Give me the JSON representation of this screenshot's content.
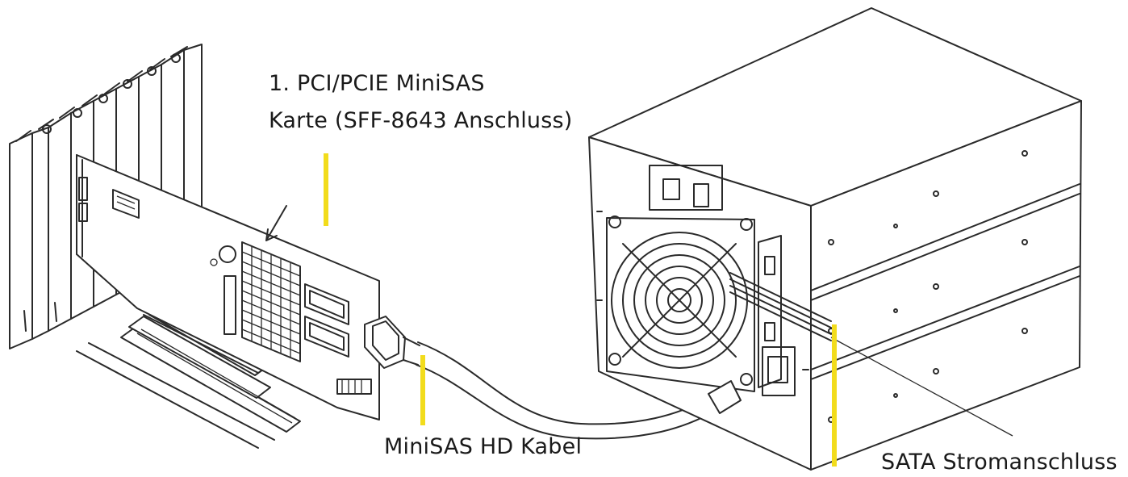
{
  "labels": {
    "card_line1": "1. PCI/PCIE MiniSAS",
    "card_line2": "Karte (SFF-8643 Anschluss)",
    "cable": "MiniSAS HD Kabel",
    "power": "SATA Stromanschluss"
  },
  "colors": {
    "marker": "#f2dc1c",
    "ink": "#2a2a2a",
    "background": "#ffffff"
  }
}
